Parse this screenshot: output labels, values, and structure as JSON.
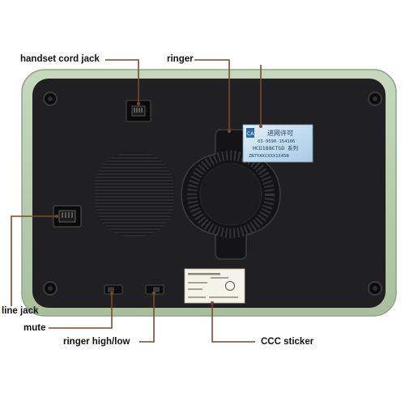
{
  "callouts": {
    "handset_cord_jack": "handset cord jack",
    "ringer": "ringer",
    "line_jack": "line jack",
    "mute": "mute",
    "ringer_high_low": "ringer high/low",
    "ccc_sticker": "CCC sticker"
  },
  "network_sticker": {
    "logo": "CA",
    "title": "进网许可",
    "code": "03-9590-154106",
    "model": "HCD188€TSD 系列",
    "serial": "ZN7YAXCXXX1X45N"
  },
  "colors": {
    "body": "#202022",
    "shell": "#b9ccae",
    "leader": "#7a4a2e",
    "sticker_blue": "#cfe3f2"
  }
}
